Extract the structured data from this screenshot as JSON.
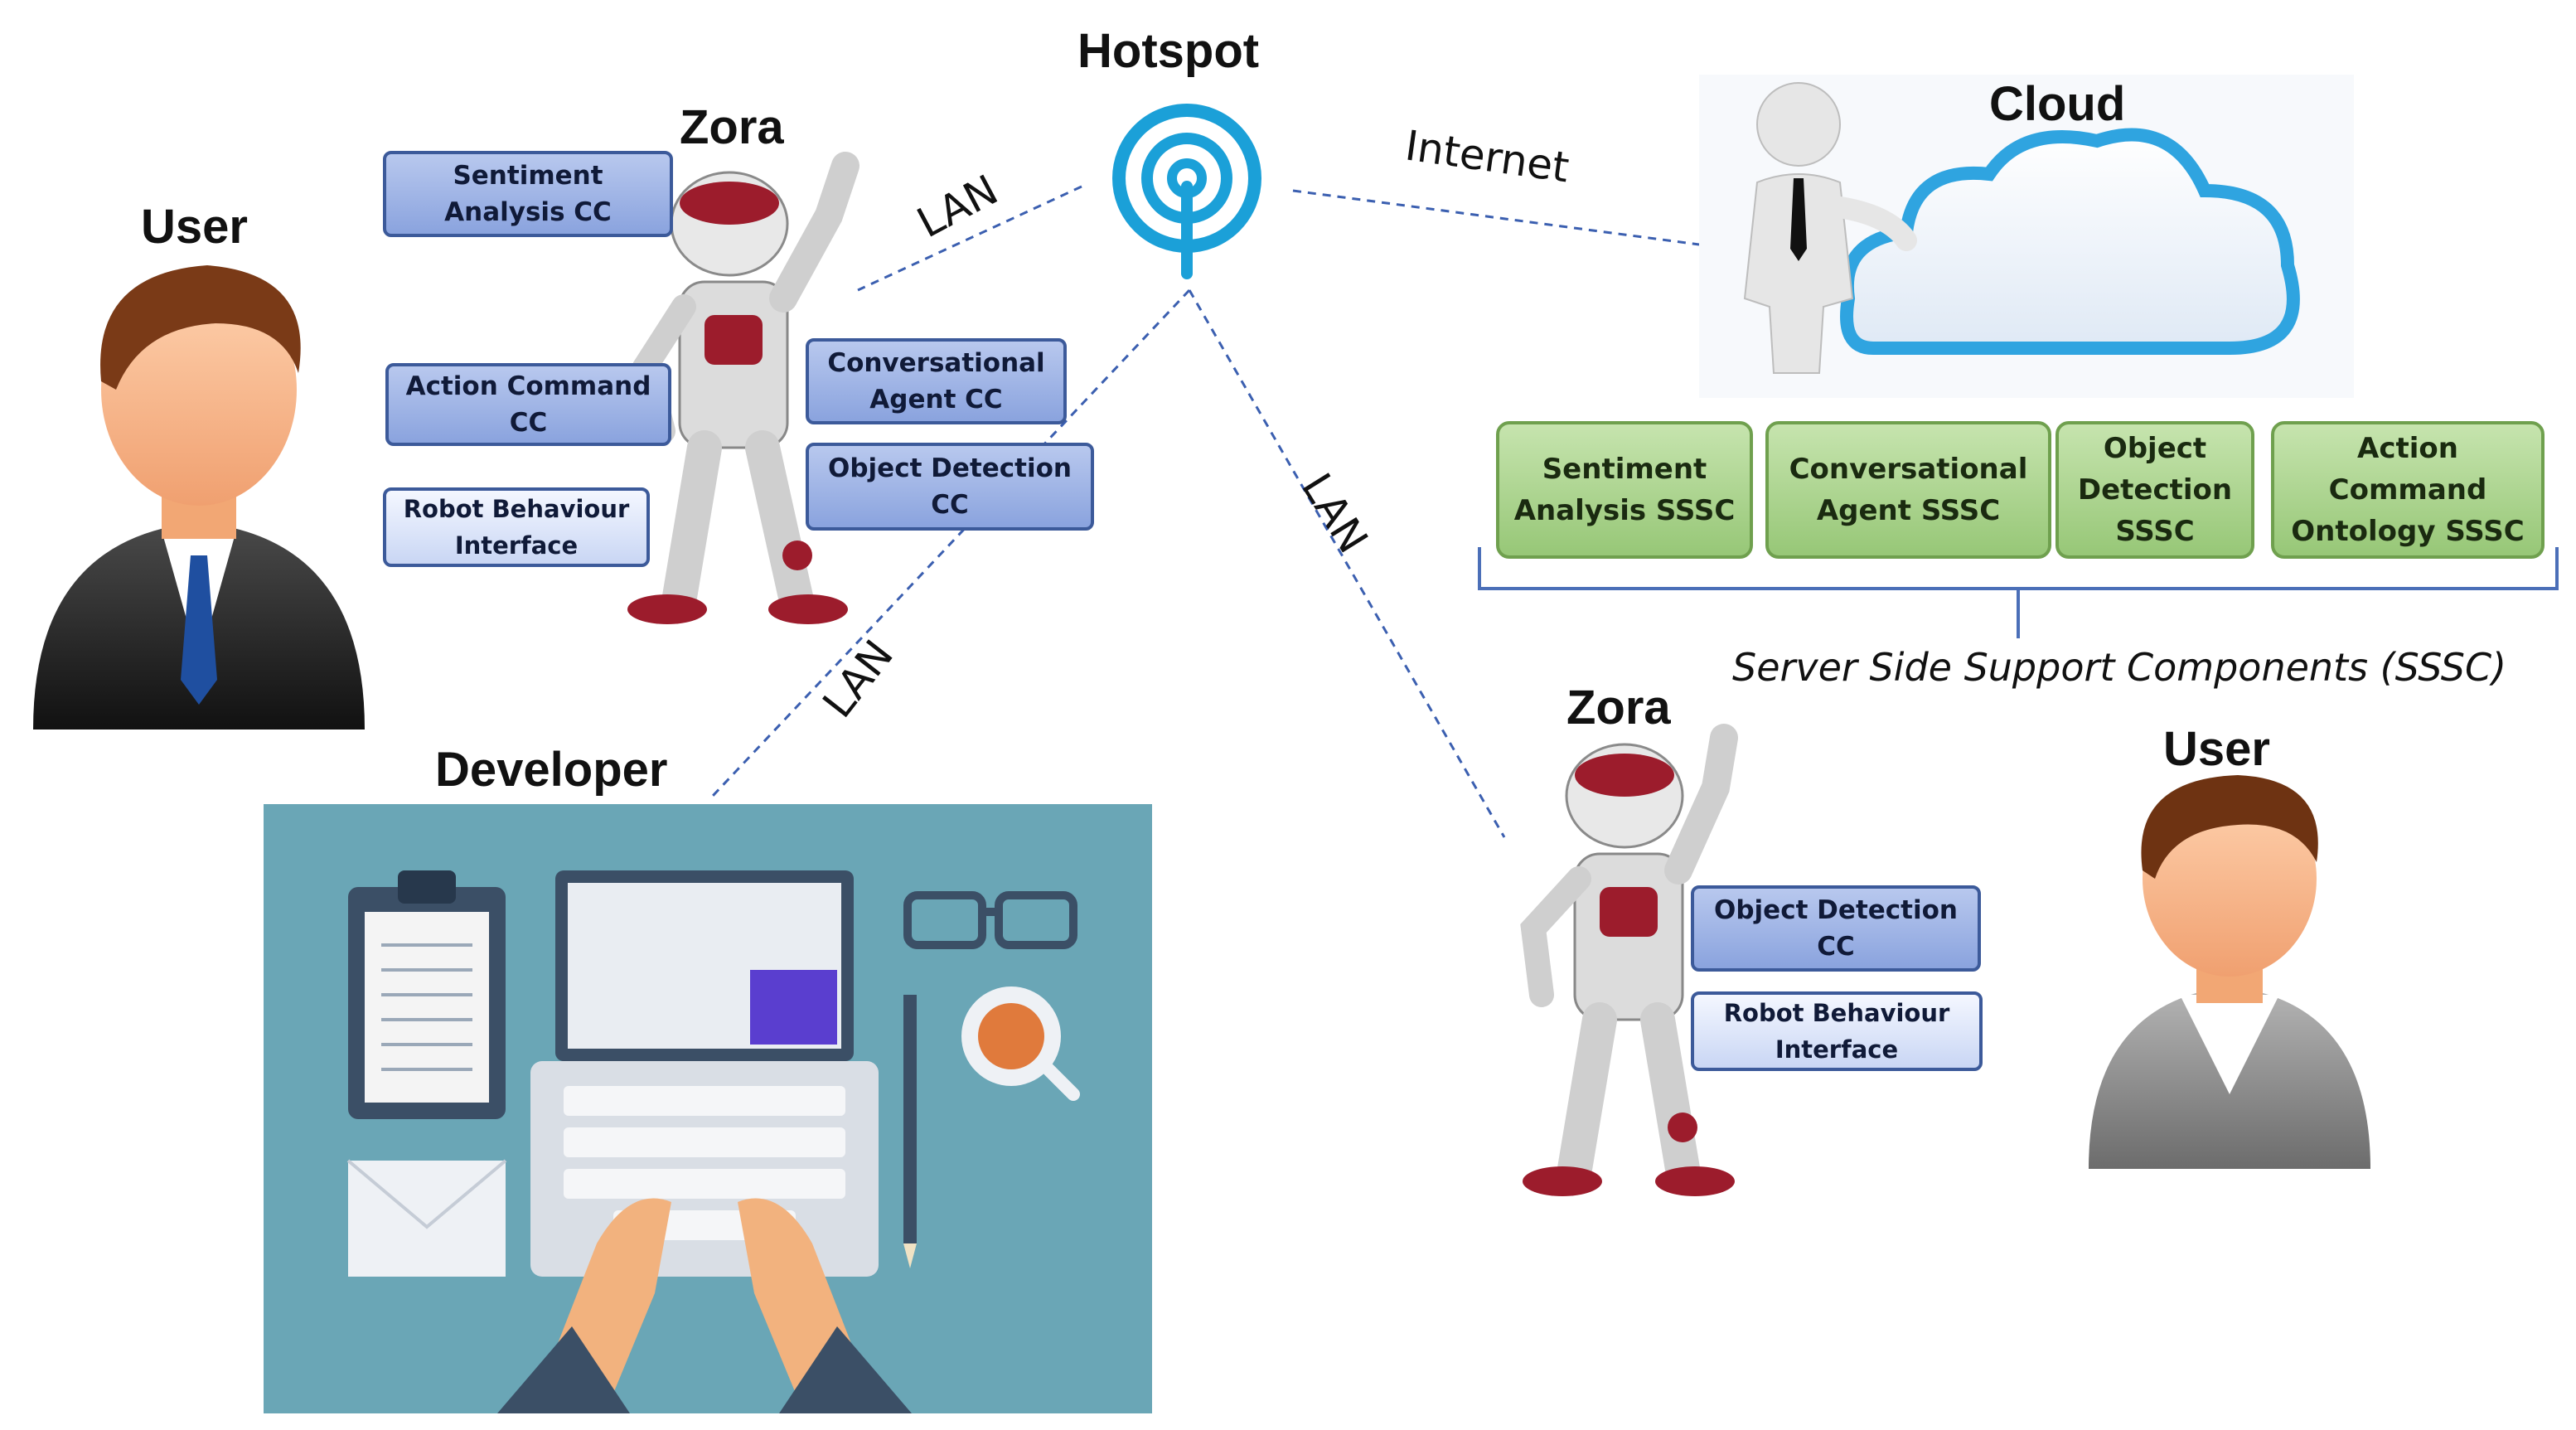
{
  "nodes": {
    "user_left": "User",
    "zora_top": "Zora",
    "hotspot": "Hotspot",
    "cloud": "Cloud",
    "developer": "Developer",
    "zora_bottom": "Zora",
    "user_right": "User"
  },
  "links": {
    "lan_zora_top": "LAN",
    "internet": "Internet",
    "lan_zora_bottom": "LAN",
    "lan_developer": "LAN"
  },
  "zora_top_components": {
    "sentiment": "Sentiment Analysis CC",
    "action_command": "Action Command CC",
    "robot_behaviour": "Robot Behaviour Interface",
    "conversational": "Conversational Agent CC",
    "object_detection": "Object Detection CC"
  },
  "zora_bottom_components": {
    "object_detection": "Object Detection CC",
    "robot_behaviour": "Robot Behaviour Interface"
  },
  "sssc_components": [
    "Sentiment Analysis SSSC",
    "Conversational Agent SSSC",
    "Object Detection SSSC",
    "Action Command Ontology SSSC"
  ],
  "sssc_caption": "Server Side Support Components (SSSC)",
  "colors": {
    "client_component_fill": "#9fb4e6",
    "server_component_fill": "#aed596",
    "link_line": "#3b5fb0",
    "hotspot_icon": "#1ba0d8",
    "developer_panel": "#6aa6b6"
  }
}
